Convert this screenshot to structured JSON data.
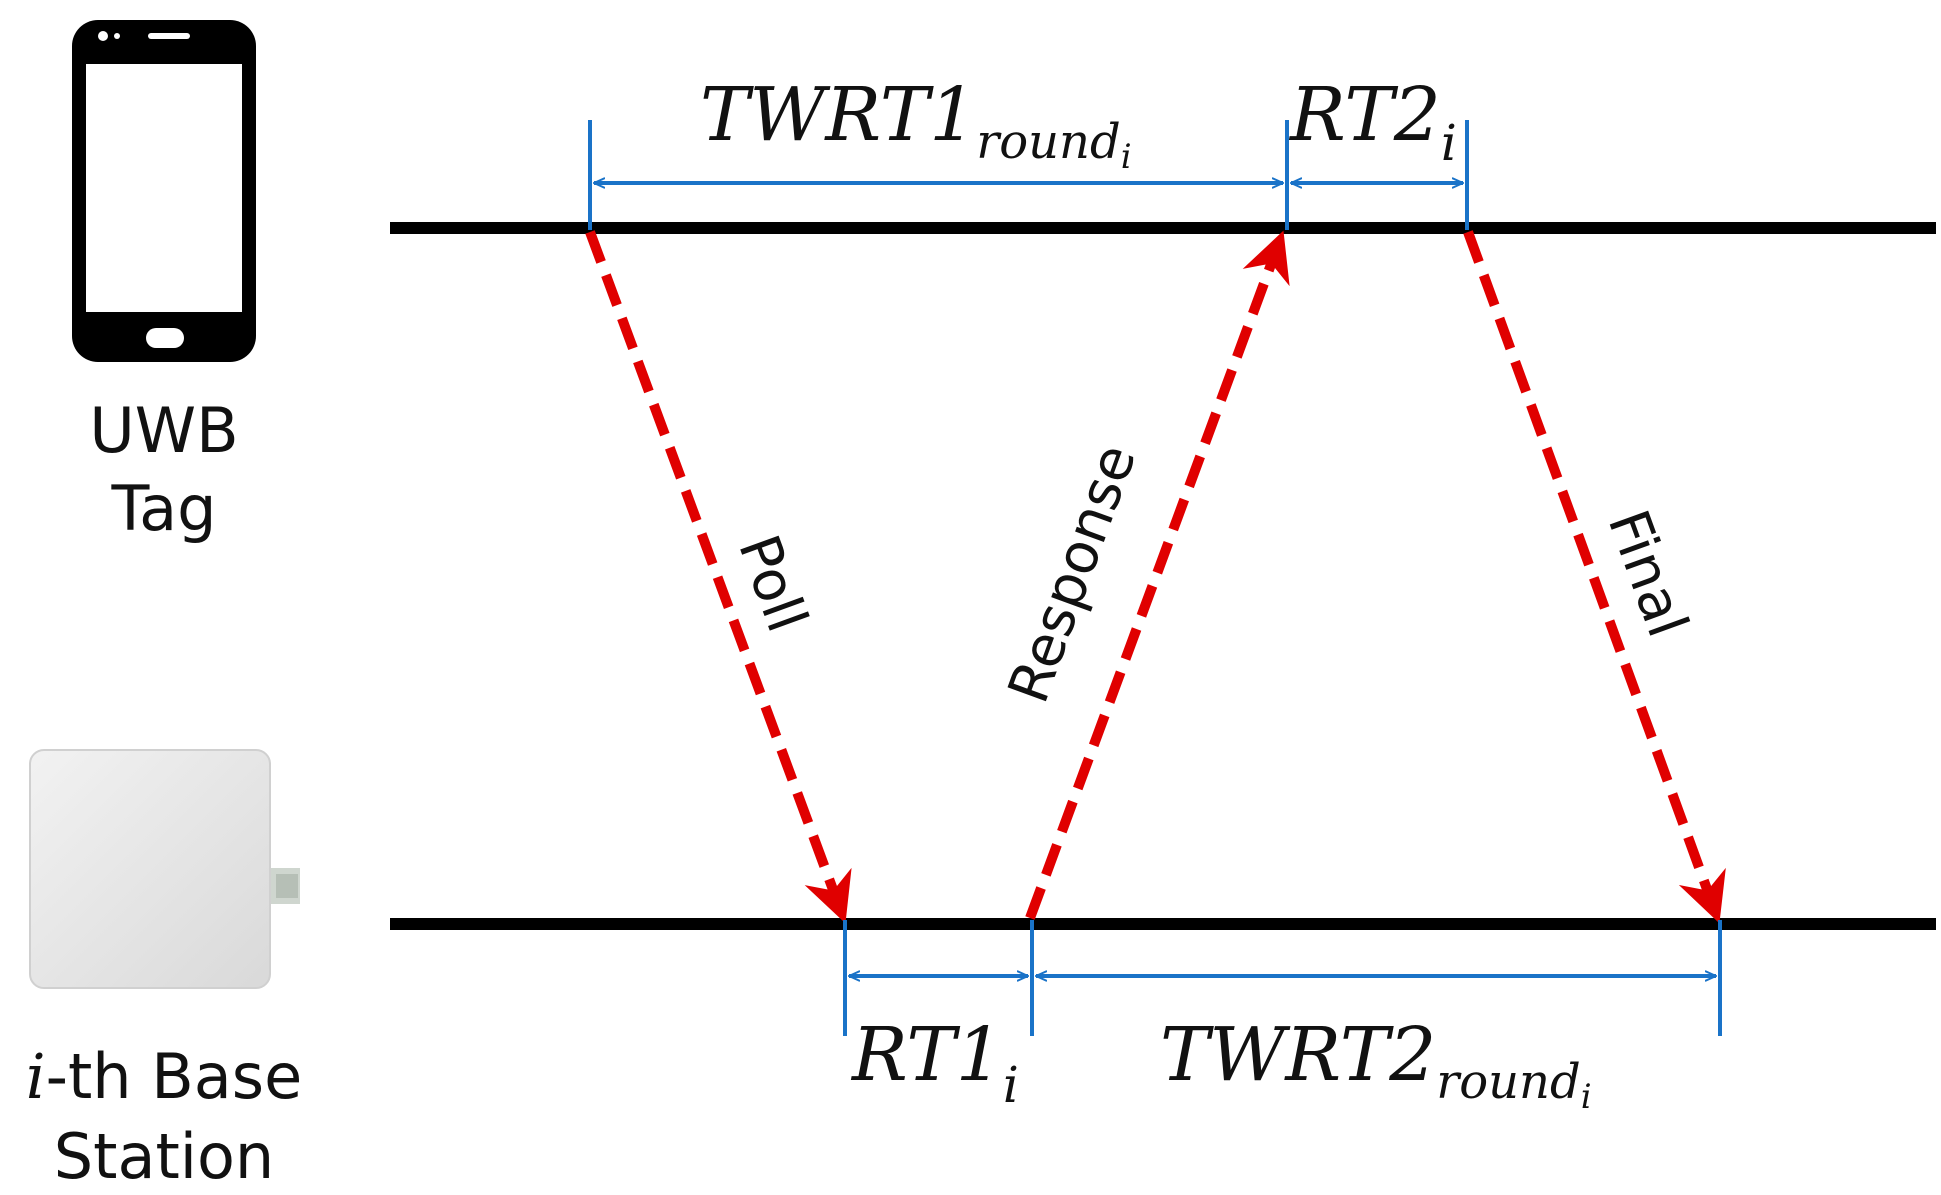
{
  "tag": {
    "label_line1": "UWB",
    "label_line2": "Tag",
    "icon": "smartphone-icon"
  },
  "base": {
    "label_prefix": "i",
    "label_line1_rest": "-th Base",
    "label_line2": "Station",
    "icon": "base-station-icon"
  },
  "messages": {
    "poll": "Poll",
    "response": "Response",
    "final": "Final"
  },
  "intervals": {
    "twrt1": {
      "main": "TWRT1",
      "sub": "round",
      "subsub": "i"
    },
    "rt2": {
      "main": "RT2",
      "sub": "i"
    },
    "rt1": {
      "main": "RT1",
      "sub": "i"
    },
    "twrt2": {
      "main": "TWRT2",
      "sub": "round",
      "subsub": "i"
    }
  },
  "colors": {
    "timeline": "#000000",
    "message": "#e00000",
    "interval": "#1a73c8",
    "text": "#111111"
  }
}
